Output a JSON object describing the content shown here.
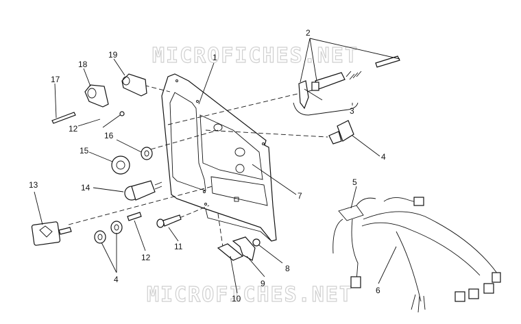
{
  "watermark": {
    "top": "MICROFICHES.NET",
    "bottom": "MICROFICHES.NET"
  },
  "callouts": [
    {
      "id": "c1",
      "text": "1"
    },
    {
      "id": "c2",
      "text": "2"
    },
    {
      "id": "c3",
      "text": "3"
    },
    {
      "id": "c4a",
      "text": "4"
    },
    {
      "id": "c4b",
      "text": "4"
    },
    {
      "id": "c5",
      "text": "5"
    },
    {
      "id": "c6",
      "text": "6"
    },
    {
      "id": "c7",
      "text": "7"
    },
    {
      "id": "c8",
      "text": "8"
    },
    {
      "id": "c9",
      "text": "9"
    },
    {
      "id": "c10",
      "text": "10"
    },
    {
      "id": "c11",
      "text": "11"
    },
    {
      "id": "c12a",
      "text": "12"
    },
    {
      "id": "c12b",
      "text": "12"
    },
    {
      "id": "c13",
      "text": "13"
    },
    {
      "id": "c14",
      "text": "14"
    },
    {
      "id": "c15",
      "text": "15"
    },
    {
      "id": "c16",
      "text": "16"
    },
    {
      "id": "c17",
      "text": "17"
    },
    {
      "id": "c18",
      "text": "18"
    },
    {
      "id": "c19",
      "text": "19"
    }
  ]
}
